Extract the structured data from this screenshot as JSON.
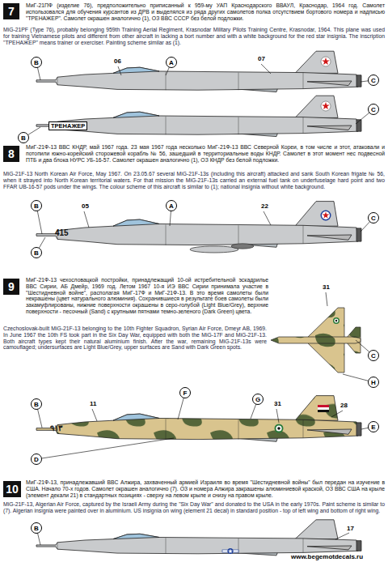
{
  "diagram": {
    "nodes": [
      {
        "text": [
          "7"
        ]
      },
      {
        "text": [
          "B"
        ]
      },
      {
        "text": [
          "A"
        ]
      },
      {
        "text": [
          "C"
        ]
      },
      {
        "text": [
          "C"
        ]
      },
      {
        "text": [
          "B"
        ]
      },
      {
        "text": [
          "8"
        ]
      },
      {
        "text": [
          "B"
        ]
      },
      {
        "text": [
          "A"
        ]
      },
      {
        "text": [
          "C"
        ]
      },
      {
        "text": [
          "B"
        ]
      },
      {
        "text": [
          "9"
        ]
      },
      {
        "text": [
          "C"
        ]
      },
      {
        "text": [
          "H"
        ]
      },
      {
        "text": [
          "B"
        ]
      },
      {
        "text": [
          "F"
        ]
      },
      {
        "text": [
          "G"
        ]
      },
      {
        "text": [
          "E"
        ]
      },
      {
        "text": [
          "D"
        ]
      },
      {
        "text": [
          "10"
        ]
      },
      {
        "text": [
          "B"
        ]
      }
    ],
    "labels": [
      "МиГ-21ПФ (изделие 76), предположительно приписанный к 959-му УАП Краснодарского ВВАУЛ, Краснодар, 1964 год. Самолет использовался для обучения курсантов из ДРВ и выделялся из ряда других самолетов полка отсутствием бортового номера и надписью \"ТРЕНАЖЕР\". Самолет окрашен аналогично (1), ОЗ ВВС СССР без белой подложки.",
      "MiG-21PF (Type 76), probably belonging 959th Training Aerial Regiment, Krasnodar Military Pilots Training Centre, Krasnodar, 1964. This plane was used for training Vietnamese pilots and different from other aircraft in lacking a bort number and with a white background for the red star insignia. The inscription \"ТРЕНАЖЕР\" means trainer or exerciser. Painting scheme similar as (1).",
      "06",
      "07",
      "ТРЕНАЖЕР",
      "МиГ-21Ф-13 ВВС КНДР, май 1967 года. 23 мая 1967 года несколько МиГ-21Ф-13 ВВС Северной Кореи, в том числе и этот, атаковали и потопили южно-корейский сторожевой корабль № 56, зашедший в территориальные воды КНДР. Самолет в этот момент нес подвесной ПТБ и два блока НУРС УБ-16-57. Самолет окрашен аналогично (1), ОЗ КНДР без белой подложки.",
      "MiG-21F-13 North Korean Air Force, May 1967. On 23.05.67 several MiG-21F-13s (including this aircraft) attacked and sank South Korean frigate № 56, when it strayed into North Korean territorial waters. For that mission the MiG-21F-13s carried an external fuel tank on underfuselage hard point and two FFAR UB-16-57 pods under the wings. The colour scheme of this aircraft is similar to (1); national insignia without white background.",
      "05",
      "22",
      "415",
      "МиГ-21Ф-13 чехословацкой постройки, принадлежащий 10-ой истребительной эскадрилье ВВС Сирии, АБ Дмейр, 1969 год. Летом 1967 10-я ИЭ ВВС Сирии принимала участие в \"Шестидневной войне\", располагая МиГ-17Ф и МиГ-21Ф-13. В это время самолеты были некрашены (цвет натурального алюминия). Сохранившиеся в результате боев самолеты были закамуфлированы, нижние поверхности окрашены в серо-голубой (Light Blue/Grey), верхние поверхности - песочный (Sand) с крупными пятнами темно-зеленого (Dark Green) цвета.",
      "Czechoslovak-built MiG-21F-13 belonging to the 10th Fighter Squadron, Syrian Air Force, Dmeyr AB, 1969. In June 1967 the 10th FS took part in the Six Day War, equipped with both the MiG-17F and MiG-21F-13. Both aircraft types kept their natural aluminium finish. After the war, remaining MiG-21F-13s were camouflaged; undersurfaces are Light Blue/Grey, upper surfaces are Sand with Dark Green spots.",
      "31",
      "11",
      "31",
      "28",
      "٩١٣",
      "МиГ-21Ф-13, принадлежавший ВВС Алжира, захваченный армией Израиля во время \"Шестидневной войны\" был передан на изучение в США. Начало 70-х годов. Самолет окрашен аналогично (7). ОЗ и номера Алжира закрашены алюминиевой краской, ОЗ ВВС США на крыле (элемент декали 21) в стандартных позициях - сверху на левом крыле и снизу на правом крыле.",
      "MiG-21F-13, Algerian Air Force, captured by the Israeli Army during the \"Six Day War\" and donated to the USA in the early 1970s. Paint scheme is similar to (7). Algerian insignia were painted over in aluminium. US insignia on wing (element 21 decal) in standard position - top of left wing and bottom of right wing.",
      "17",
      "www.begemotdecals.ru"
    ]
  }
}
